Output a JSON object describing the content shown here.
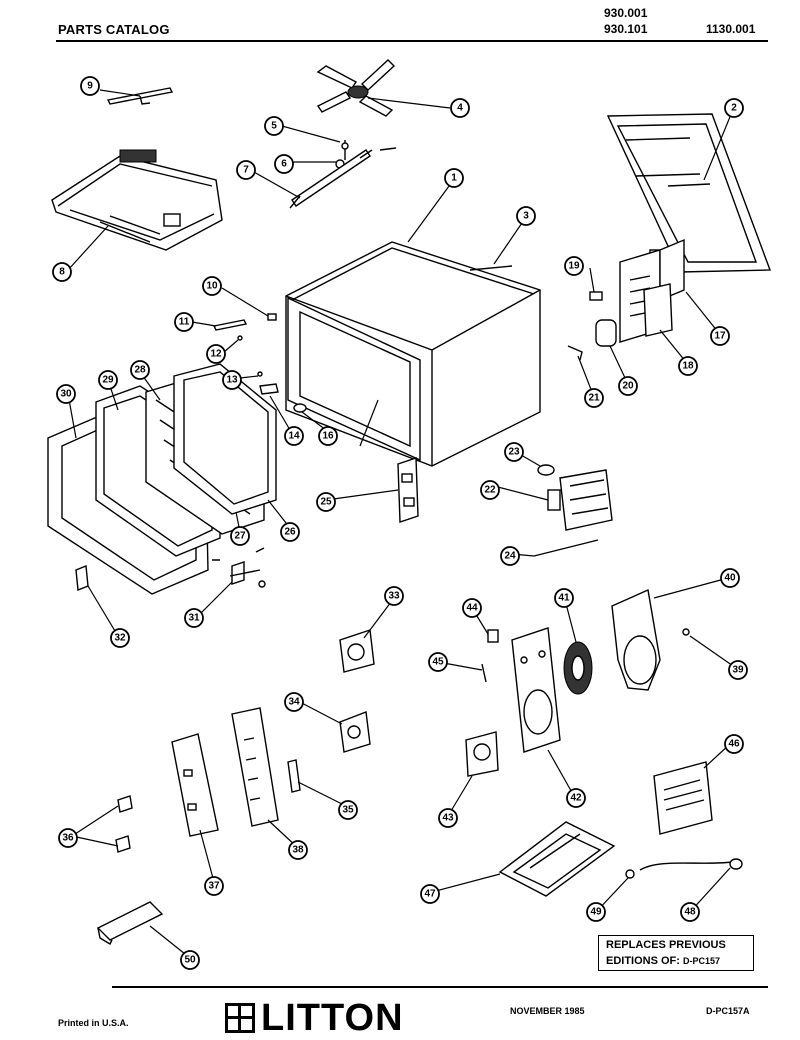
{
  "header": {
    "title": "PARTS CATALOG",
    "model_top": "930.001",
    "model_mid": "930.101",
    "model_right": "1130.001"
  },
  "callouts": [
    "1",
    "2",
    "3",
    "4",
    "5",
    "6",
    "7",
    "8",
    "9",
    "10",
    "11",
    "12",
    "13",
    "14",
    "16",
    "17",
    "18",
    "19",
    "20",
    "21",
    "22",
    "23",
    "24",
    "25",
    "26",
    "27",
    "28",
    "29",
    "30",
    "31",
    "32",
    "33",
    "34",
    "35",
    "36",
    "37",
    "38",
    "39",
    "40",
    "41",
    "42",
    "43",
    "44",
    "45",
    "46",
    "47",
    "48",
    "49",
    "50"
  ],
  "replaces": {
    "line1": "REPLACES PREVIOUS",
    "line2_prefix": "EDITIONS OF:",
    "line2_code": "D-PC157"
  },
  "footer": {
    "printed": "Printed in U.S.A.",
    "brand": "LITTON",
    "date": "NOVEMBER 1985",
    "doc_number": "D-PC157A"
  }
}
